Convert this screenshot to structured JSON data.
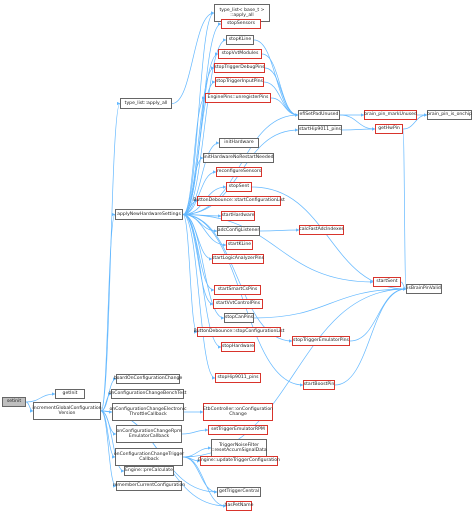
{
  "diagram": {
    "type": "call-graph",
    "edge_color": "#63b8ff",
    "node_border_color": "#666666",
    "red_border_color": "#d8342c",
    "root_fill": "#bfbfbf",
    "nodes": [
      {
        "id": "root",
        "label": "setinit",
        "style": "root"
      },
      {
        "id": "getinit",
        "label": "getInit",
        "style": "gray"
      },
      {
        "id": "incr",
        "label": "incrementGlobalConfiguration\nVersion",
        "style": "gray"
      },
      {
        "id": "typelist",
        "label": "type_list::apply_all",
        "style": "gray"
      },
      {
        "id": "applyhw",
        "label": "applyNewHardwareSettings",
        "style": "gray"
      },
      {
        "id": "typelistbase",
        "label": "type_list< base_t >\n::apply_all",
        "style": "gray"
      },
      {
        "id": "stopsensors",
        "label": "stopSensors",
        "style": "red"
      },
      {
        "id": "stopklines",
        "label": "stopKLine",
        "style": "gray"
      },
      {
        "id": "stopvvt",
        "label": "stopVvtModules",
        "style": "red"
      },
      {
        "id": "stoptrigdebug",
        "label": "stopTriggerDebugPins",
        "style": "red"
      },
      {
        "id": "stoptriginput",
        "label": "stopTriggerInputPins",
        "style": "red"
      },
      {
        "id": "unregister",
        "label": "EnginePins::unregisterPins",
        "style": "red"
      },
      {
        "id": "inithw",
        "label": "initHardware",
        "style": "gray"
      },
      {
        "id": "initnoreset",
        "label": "initHardwareNoRestartNeeded",
        "style": "gray"
      },
      {
        "id": "reconf",
        "label": "reconfigureSensors",
        "style": "red"
      },
      {
        "id": "stopspi",
        "label": "stopSent",
        "style": "red"
      },
      {
        "id": "btnstart",
        "label": "ButtonDebounce::startConfigurationList",
        "style": "red"
      },
      {
        "id": "starthw",
        "label": "startHardware",
        "style": "red"
      },
      {
        "id": "adclisten",
        "label": "adcConfigListener",
        "style": "gray"
      },
      {
        "id": "calcadc",
        "label": "calcFastAdcIndexes",
        "style": "red"
      },
      {
        "id": "startkline",
        "label": "startKLine",
        "style": "red"
      },
      {
        "id": "startlogic",
        "label": "startLogicAnalyzerPins",
        "style": "red"
      },
      {
        "id": "startsent",
        "label": "startSent",
        "style": "red"
      },
      {
        "id": "startsmart",
        "label": "startSmartCsPins",
        "style": "red"
      },
      {
        "id": "startvvt",
        "label": "startVvtControlPins",
        "style": "red"
      },
      {
        "id": "stopcan",
        "label": "stopCanPins",
        "style": "gray"
      },
      {
        "id": "btnstop",
        "label": "ButtonDebounce::stopConfigurationList",
        "style": "red"
      },
      {
        "id": "stophw",
        "label": "stopHardware",
        "style": "red"
      },
      {
        "id": "stoptrigsim",
        "label": "stopTriggerEmulatorPins",
        "style": "red"
      },
      {
        "id": "stopmp",
        "label": "stopHip9011_pins",
        "style": "red"
      },
      {
        "id": "startboost",
        "label": "startBoostPin",
        "style": "red"
      },
      {
        "id": "efisetpad",
        "label": "efiSetPadUnused",
        "style": "gray"
      },
      {
        "id": "starthip",
        "label": "startHip9011_pins",
        "style": "gray"
      },
      {
        "id": "brainunmark",
        "label": "brain_pin_markUnused",
        "style": "red"
      },
      {
        "id": "gethwpin",
        "label": "getHwPin",
        "style": "red"
      },
      {
        "id": "brainisonchip",
        "label": "brain_pin_is_onchip",
        "style": "gray"
      },
      {
        "id": "isbrainpin",
        "label": "isBrainPinValid",
        "style": "gray"
      },
      {
        "id": "board",
        "label": "boardOnConfigurationChange",
        "style": "gray"
      },
      {
        "id": "onconfbench",
        "label": "onConfigurationChangeBenchTest",
        "style": "gray"
      },
      {
        "id": "onconfetb",
        "label": "onConfigurationChangeElectronic\nThrottleCallback",
        "style": "gray"
      },
      {
        "id": "etbctrl",
        "label": "EtbController::onConfiguration\nChange",
        "style": "red"
      },
      {
        "id": "onconfrpm",
        "label": "onConfigurationChangeRpm\nEmulatorCallback",
        "style": "gray"
      },
      {
        "id": "setrpm",
        "label": "setTriggerEmulatorRPM",
        "style": "red"
      },
      {
        "id": "onconftrig",
        "label": "onConfigurationChangeTrigger\nCallback",
        "style": "gray"
      },
      {
        "id": "trignoise",
        "label": "TriggerNoiseFilter\n::resetAccumSignalData",
        "style": "gray"
      },
      {
        "id": "engupdate",
        "label": "Engine::updateTriggerConfiguration",
        "style": "red"
      },
      {
        "id": "precalc",
        "label": "Engine::preCalculate",
        "style": "gray"
      },
      {
        "id": "remember",
        "label": "rememberCurrentConfiguration",
        "style": "gray"
      },
      {
        "id": "gettrig",
        "label": "getTriggerCentral",
        "style": "gray"
      },
      {
        "id": "haspetname",
        "label": "hasPetName",
        "style": "red"
      }
    ],
    "edges": [
      [
        "root",
        "getinit"
      ],
      [
        "root",
        "incr"
      ],
      [
        "incr",
        "typelist"
      ],
      [
        "incr",
        "applyhw"
      ],
      [
        "incr",
        "board"
      ],
      [
        "incr",
        "onconfbench"
      ],
      [
        "incr",
        "onconfetb"
      ],
      [
        "incr",
        "onconfrpm"
      ],
      [
        "incr",
        "onconftrig"
      ],
      [
        "incr",
        "precalc"
      ],
      [
        "incr",
        "remember"
      ],
      [
        "incr",
        "gettrig"
      ],
      [
        "incr",
        "haspetname"
      ],
      [
        "typelist",
        "typelistbase"
      ],
      [
        "applyhw",
        "typelistbase"
      ],
      [
        "applyhw",
        "stopsensors"
      ],
      [
        "applyhw",
        "stopklines"
      ],
      [
        "applyhw",
        "stopvvt"
      ],
      [
        "applyhw",
        "stoptrigdebug"
      ],
      [
        "applyhw",
        "stoptriginput"
      ],
      [
        "applyhw",
        "unregister"
      ],
      [
        "applyhw",
        "efisetpad"
      ],
      [
        "applyhw",
        "starthip"
      ],
      [
        "applyhw",
        "inithw"
      ],
      [
        "applyhw",
        "initnoreset"
      ],
      [
        "applyhw",
        "reconf"
      ],
      [
        "applyhw",
        "stopspi"
      ],
      [
        "applyhw",
        "btnstart"
      ],
      [
        "applyhw",
        "starthw"
      ],
      [
        "applyhw",
        "adclisten"
      ],
      [
        "applyhw",
        "startkline"
      ],
      [
        "applyhw",
        "startlogic"
      ],
      [
        "applyhw",
        "startsent"
      ],
      [
        "applyhw",
        "startsmart"
      ],
      [
        "applyhw",
        "startvvt"
      ],
      [
        "applyhw",
        "stopcan"
      ],
      [
        "applyhw",
        "btnstop"
      ],
      [
        "applyhw",
        "stophw"
      ],
      [
        "applyhw",
        "stoptrigsim"
      ],
      [
        "applyhw",
        "stopmp"
      ],
      [
        "applyhw",
        "startboost"
      ],
      [
        "adclisten",
        "calcadc"
      ],
      [
        "stopklines",
        "efisetpad"
      ],
      [
        "stopvvt",
        "efisetpad"
      ],
      [
        "stoptrigdebug",
        "efisetpad"
      ],
      [
        "stoptriginput",
        "efisetpad"
      ],
      [
        "unregister",
        "efisetpad"
      ],
      [
        "efisetpad",
        "brainunmark"
      ],
      [
        "efisetpad",
        "gethwpin"
      ],
      [
        "brainunmark",
        "brainisonchip"
      ],
      [
        "gethwpin",
        "brainisonchip"
      ],
      [
        "starthip",
        "gethwpin"
      ],
      [
        "gethwpin",
        "isbrainpin"
      ],
      [
        "stopspi",
        "isbrainpin"
      ],
      [
        "startsent",
        "isbrainpin"
      ],
      [
        "stoptrigsim",
        "isbrainpin"
      ],
      [
        "startboost",
        "isbrainpin"
      ],
      [
        "stopcan",
        "isbrainpin"
      ],
      [
        "onconfetb",
        "etbctrl"
      ],
      [
        "onconfrpm",
        "setrpm"
      ],
      [
        "onconftrig",
        "trignoise"
      ],
      [
        "onconftrig",
        "engupdate"
      ],
      [
        "onconftrig",
        "isbrainpin"
      ],
      [
        "onconftrig",
        "gettrig"
      ],
      [
        "onconftrig",
        "haspetname"
      ]
    ]
  }
}
